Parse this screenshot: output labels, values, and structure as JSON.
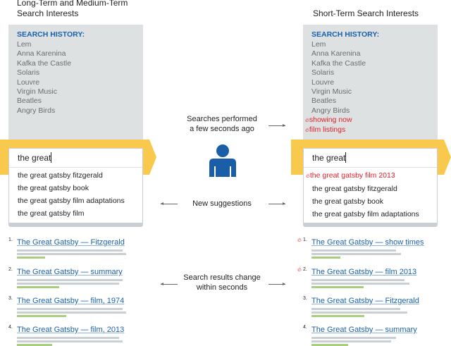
{
  "left": {
    "title_line1": "Long-Term and Medium-Term",
    "title_line2": "Search Interests",
    "history_label": "SEARCH HISTORY:",
    "history": [
      "Lem",
      "Anna Karenina",
      "Kafka the Castle",
      "Solaris",
      "Louvre",
      "Virgin Music",
      "Beatles",
      "Angry Birds"
    ],
    "query": "the great",
    "suggestions": [
      "the great gatsby fitzgerald",
      "the great gatsby book",
      "the great gatsby film adaptations",
      "the great gatsby film"
    ],
    "results": [
      {
        "num": "1.",
        "title": "The Great Gatsby — Fitzgerald"
      },
      {
        "num": "2.",
        "title": "The Great Gatsby — summary"
      },
      {
        "num": "3.",
        "title": "The Great Gatsby — film,  1974"
      },
      {
        "num": "4.",
        "title": "The Great Gatsby — film, 2013"
      }
    ]
  },
  "right": {
    "title": "Short-Term Search Interests",
    "history_label": "SEARCH HISTORY:",
    "history": [
      "Lem",
      "Anna Karenina",
      "Kafka the Castle",
      "Solaris",
      "Louvre",
      "Virgin Music",
      "Beatles",
      "Angry Birds"
    ],
    "recent": [
      "showing now",
      "film listings"
    ],
    "query": "the great",
    "hot_suggestion": "the great gatsby film 2013",
    "suggestions": [
      "the great gatsby fitzgerald",
      "the great gatsby book",
      "the great gatsby film adaptations"
    ],
    "results": [
      {
        "num": "1.",
        "title": "The Great Gatsby — show times"
      },
      {
        "num": "2.",
        "title": "The Great Gatsby — film 2013"
      },
      {
        "num": "3.",
        "title": "The Great Gatsby — Fitzgerald"
      },
      {
        "num": "4.",
        "title": "The Great Gatsby — summary"
      }
    ]
  },
  "middle": {
    "recent_line1": "Searches performed",
    "recent_line2": "a few seconds ago",
    "new_suggestions": "New suggestions",
    "results_line1": "Search results change",
    "results_line2": "within seconds"
  },
  "colors": {
    "accent": "#1a62ad",
    "hot": "#e2202c",
    "band": "#f9c94e"
  }
}
